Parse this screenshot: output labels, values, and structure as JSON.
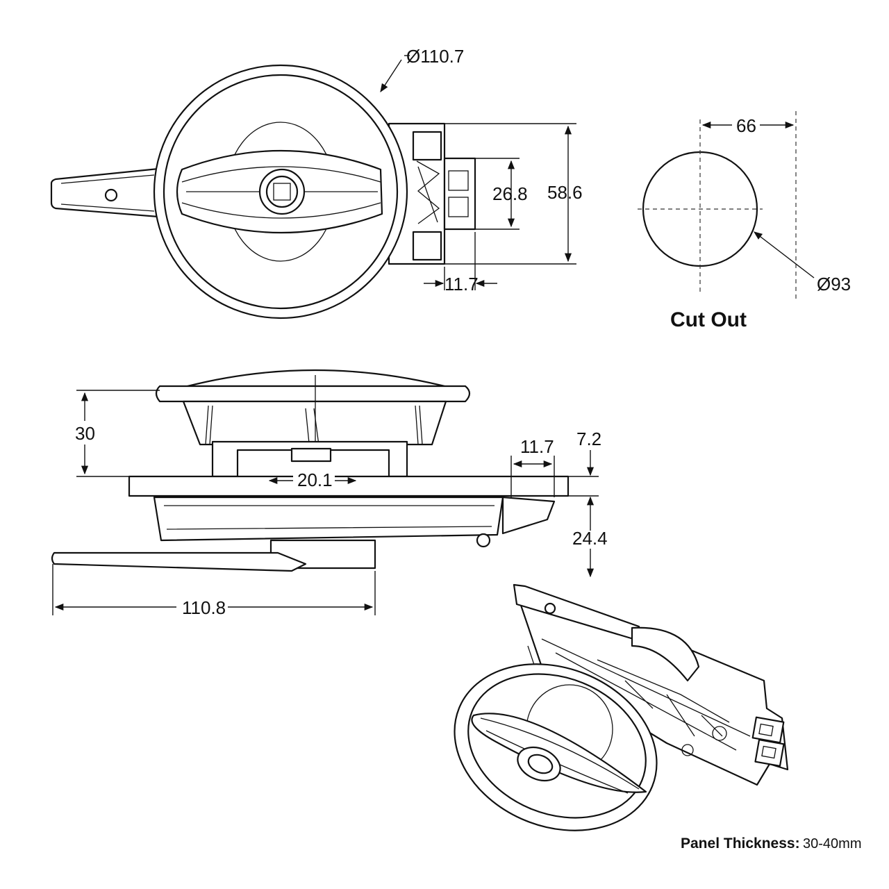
{
  "dimensions": {
    "face_diameter": "Ø110.7",
    "body_height": "58.6",
    "bolt_height": "26.8",
    "bolt_width": "11.7",
    "cutout_width": "66",
    "cutout_diameter": "Ø93",
    "depth_height": "30",
    "spindle_width": "20.1",
    "tab_width": "11.7",
    "tab_height": "7.2",
    "latch_offset": "24.4",
    "overall_length": "110.8"
  },
  "cutout": {
    "title": "Cut Out"
  },
  "note": {
    "label": "Panel Thickness:",
    "value": "30-40mm"
  },
  "colors": {
    "line": "#111111",
    "background": "#ffffff"
  }
}
